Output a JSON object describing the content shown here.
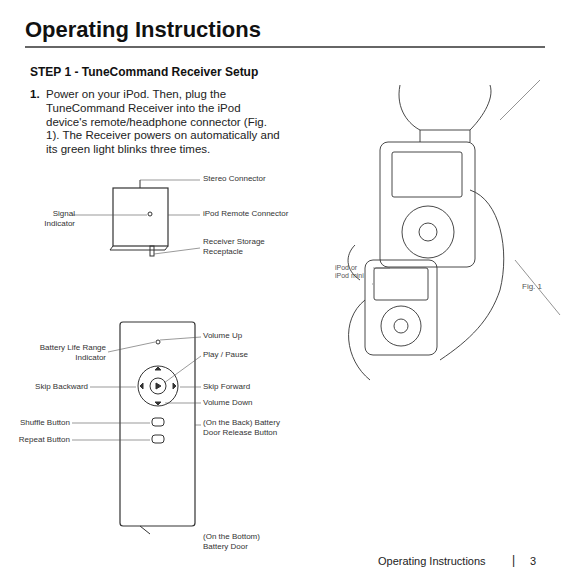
{
  "diagram": {
    "title": "Operating Instructions",
    "labels": [
      "STEP 1 - TuneCommand Receiver Setup",
      "1.",
      "Power on your iPod. Then, plug the TuneCommand Receiver into the iPod device's remote/headphone connector (Fig. 1). The Receiver powers on automatically and its green light blinks three times.",
      "Stereo Connector",
      "Signal Indicator",
      "iPod Remote Connector",
      "Receiver Storage Receptacle",
      "Volume Up",
      "Battery Life Range Indicator",
      "Play / Pause",
      "Skip Backward",
      "Skip Forward",
      "Volume Down",
      "Shuffle Button",
      "(On the Back) Battery Door Release Button",
      "Repeat Button",
      "(On the Bottom) Battery Door",
      "iPod or iPod mini",
      "Fig. 1",
      "Operating Instructions",
      "|",
      "3"
    ]
  }
}
